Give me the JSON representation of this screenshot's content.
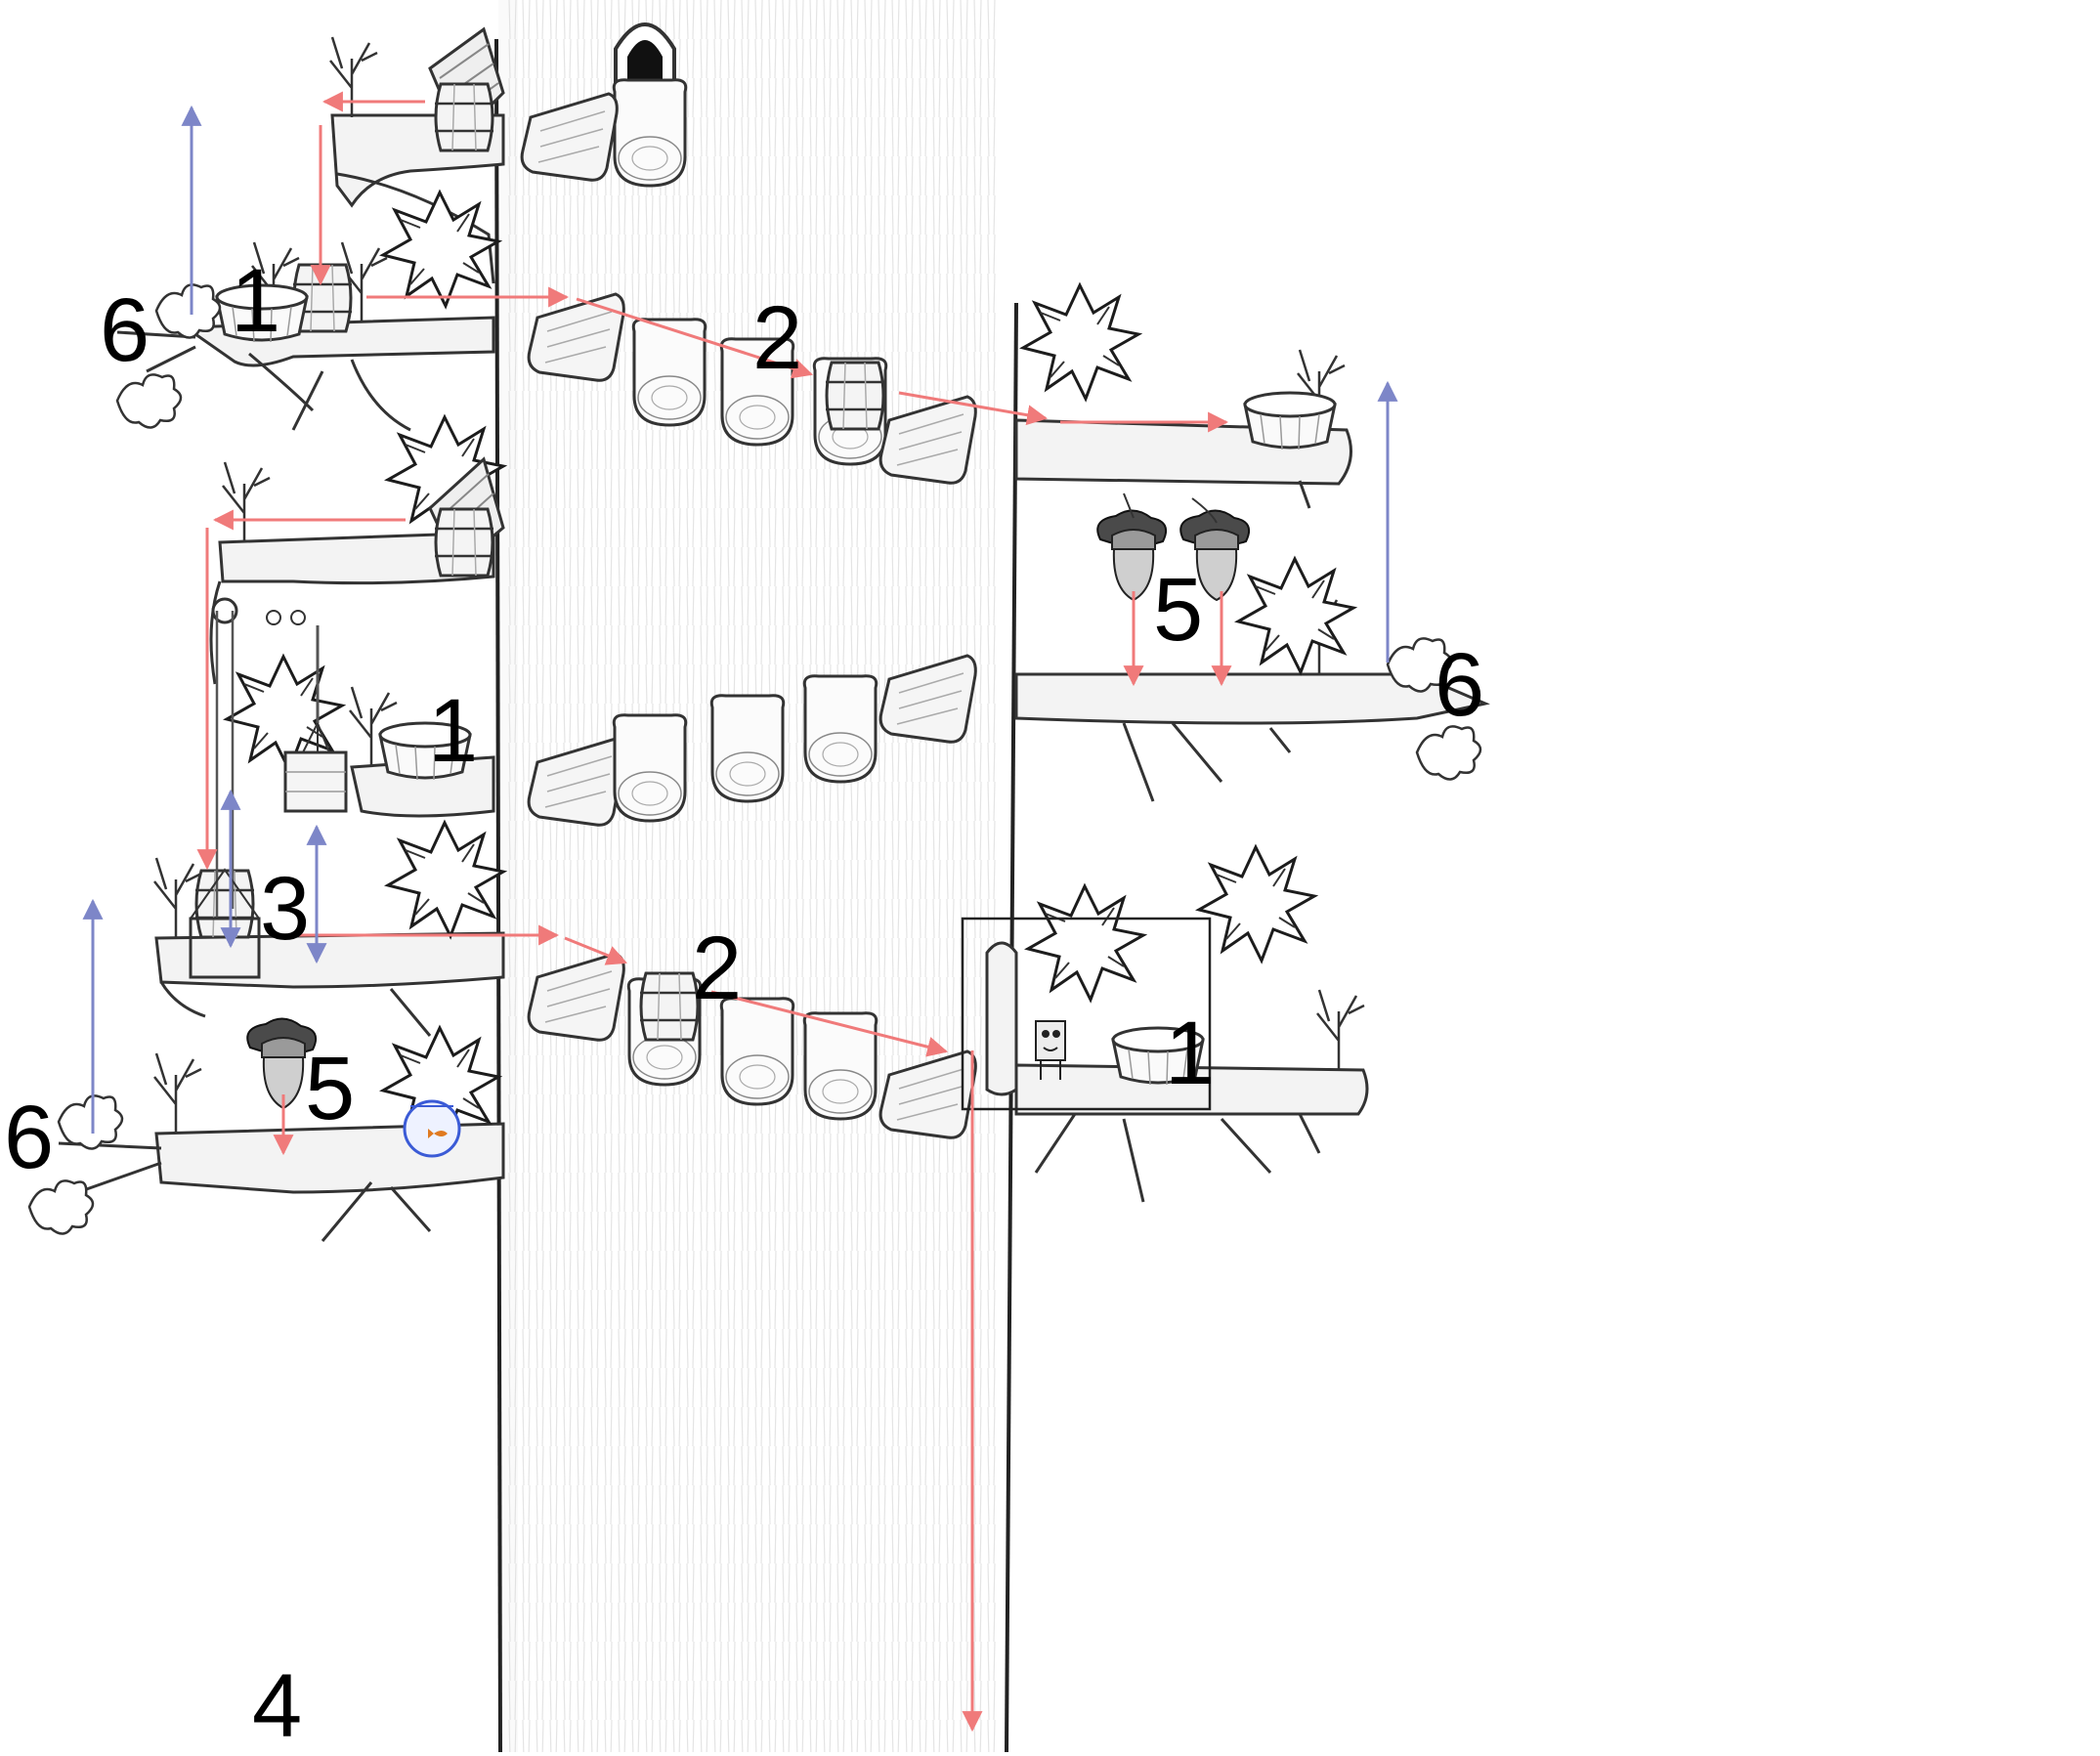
{
  "labels": {
    "barrel_start": "1",
    "basin_mid": "1",
    "basin_player": "1",
    "roll_upper": "2",
    "roll_lower": "2",
    "elevator": "3",
    "root_bottom": "4",
    "acorns_right": "5",
    "acorn_left": "5",
    "leaf_top_left": "6",
    "leaf_right": "6",
    "leaf_bottom_left": "6"
  },
  "colors": {
    "path_arrow": "#f07a7a",
    "lift_arrow": "#7d86c8",
    "ink": "#2a2a2a",
    "trunk_fill": "#f1f1f1",
    "hole_fill": "#111111",
    "fishbowl": "#3b5bd6",
    "fish": "#e07a20"
  },
  "icons": [
    "tree-trunk-icon",
    "branch-icon",
    "knothole-icon",
    "barrel-icon",
    "wash-basin-icon",
    "acorn-icon",
    "oak-leaf-icon",
    "plank-icon",
    "stump-step-icon",
    "wooden-chute-icon",
    "pulley-icon",
    "crate-elevator-icon",
    "fishbowl-icon",
    "player-character-icon",
    "exit-hole-icon"
  ]
}
